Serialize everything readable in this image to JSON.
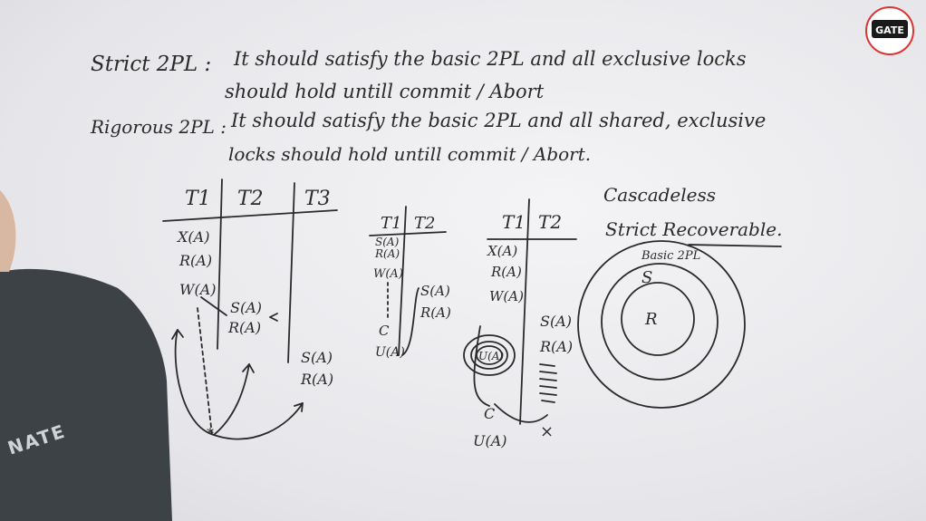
{
  "board": {
    "strict_label": "Strict 2PL :",
    "strict_line1": "It should satisfy the basic 2PL and all exclusive locks",
    "strict_line2": "should hold untill commit / Abort",
    "rigorous_label": "Rigorous 2PL :",
    "rigorous_line1": "It should satisfy the basic 2PL and all shared, exclusive",
    "rigorous_line2": "locks should hold untill commit / Abort."
  },
  "schedule1": {
    "headers": [
      "T1",
      "T2",
      "T3"
    ],
    "t1_ops": [
      "X(A)",
      "R(A)",
      "W(A)"
    ],
    "t2_ops": [
      "S(A)",
      "R(A)"
    ],
    "t3_ops": [
      "S(A)",
      "R(A)"
    ]
  },
  "schedule2": {
    "headers": [
      "T1",
      "T2"
    ],
    "t1_ops": [
      "S(A)",
      "R(A)",
      "W(A)",
      "C",
      "U(A)"
    ],
    "t2_ops": [
      "S(A)",
      "R(A)"
    ]
  },
  "schedule3": {
    "headers": [
      "T1",
      "T2"
    ],
    "t1_ops": [
      "X(A)",
      "R(A)",
      "W(A)",
      "U(A)",
      "C",
      "U(A)"
    ],
    "t2_ops": [
      "S(A)",
      "R(A)"
    ]
  },
  "venn": {
    "title1": "Cascadeless",
    "title2": "Strict Recoverable.",
    "outer": "Basic 2PL",
    "middle": "S",
    "inner": "R"
  },
  "logo": {
    "text": "GATE"
  },
  "presenter": {
    "shirt_text": "NATE"
  }
}
